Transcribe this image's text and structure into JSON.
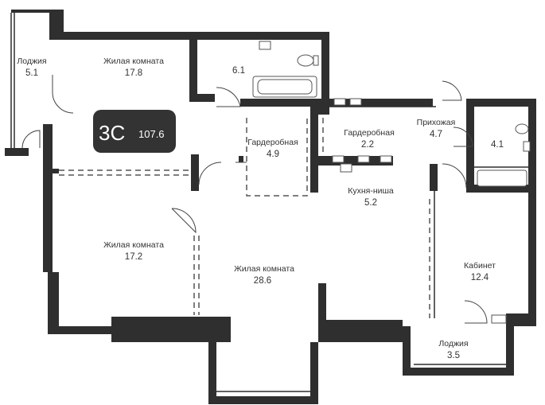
{
  "badge": {
    "type": "3С",
    "area": "107.6"
  },
  "rooms": [
    {
      "name": "Лоджия",
      "area": "5.1"
    },
    {
      "name": "Жилая комната",
      "area": "17.8"
    },
    {
      "name": "",
      "area": "6.1"
    },
    {
      "name": "Гардеробная",
      "area": "4.9"
    },
    {
      "name": "Гардеробная",
      "area": "2.2"
    },
    {
      "name": "Прихожая",
      "area": "4.7"
    },
    {
      "name": "",
      "area": "4.1"
    },
    {
      "name": "Кухня-ниша",
      "area": "5.2"
    },
    {
      "name": "Жилая комната",
      "area": "17.2"
    },
    {
      "name": "Жилая комната",
      "area": "28.6"
    },
    {
      "name": "Кабинет",
      "area": "12.4"
    },
    {
      "name": "Лоджия",
      "area": "3.5"
    }
  ],
  "colors": {
    "wall": "#2f2f2f",
    "badge_bg": "#333333"
  },
  "icons": [
    "door-swing-icon",
    "bathtub-icon",
    "toilet-icon",
    "sink-icon"
  ]
}
